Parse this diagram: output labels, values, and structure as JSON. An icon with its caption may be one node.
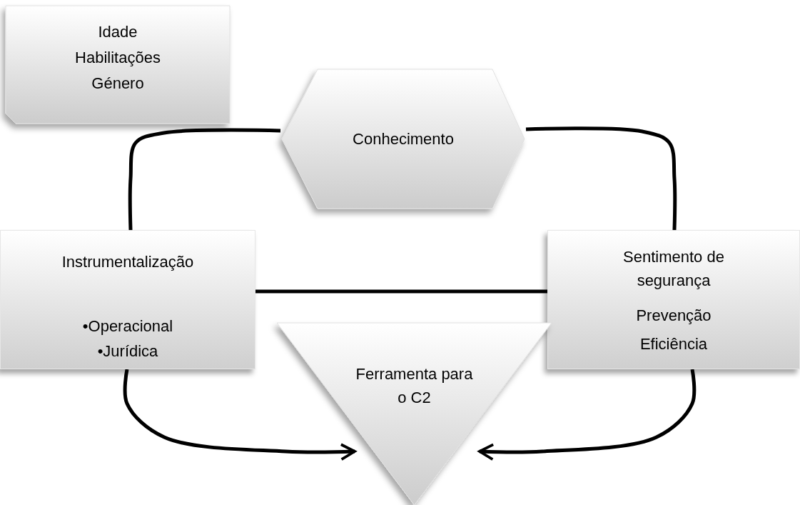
{
  "diagram": {
    "nodes": [
      {
        "text": [
          "Idade",
          "Habilitações",
          "Género"
        ]
      },
      {
        "text": [
          "Conhecimento"
        ]
      },
      {
        "text": [
          "Instrumentalização",
          "•Operacional",
          "•Jurídica"
        ]
      },
      {
        "text": [
          "Sentimento de segurança",
          "Prevenção",
          "Eficiência"
        ]
      },
      {
        "text": [
          "Ferramenta para o C2"
        ]
      }
    ],
    "edges": [
      {
        "from": 1,
        "to": 2,
        "arrow": "none"
      },
      {
        "from": 1,
        "to": 3,
        "arrow": "none"
      },
      {
        "from": 2,
        "to": 3,
        "arrow": "none"
      },
      {
        "from": 2,
        "to": 4,
        "arrow": "to"
      },
      {
        "from": 3,
        "to": 4,
        "arrow": "to"
      }
    ]
  }
}
